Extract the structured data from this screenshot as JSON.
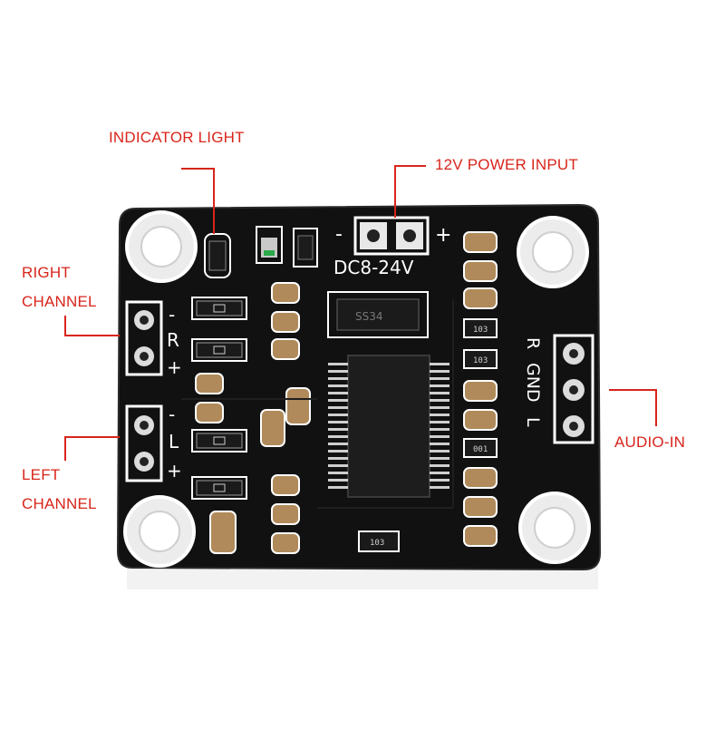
{
  "callouts": {
    "indicator_light": "INDICATOR LIGHT",
    "power_input": "12V POWER INPUT",
    "right_channel_line1": "RIGHT",
    "right_channel_line2": "CHANNEL",
    "left_channel_line1": "LEFT",
    "left_channel_line2": "CHANNEL",
    "audio_in": "AUDIO-IN"
  },
  "silkscreen": {
    "voltage": "DC8-24V",
    "power_minus": "-",
    "power_plus": "+",
    "r_minus": "-",
    "r_letter": "R",
    "r_plus": "+",
    "l_minus": "-",
    "l_letter": "L",
    "l_plus": "+",
    "audio_r": "R",
    "audio_gnd": "GND",
    "audio_l": "L",
    "res_code_1": "103",
    "res_code_2": "103",
    "res_code_3": "001",
    "res_code_4": "103",
    "chip_code": "SS34"
  },
  "colors": {
    "callout_red": "#d8251b",
    "pcb_black": "#111111",
    "silkscreen_white": "#ffffff",
    "capacitor_tan": "#b08a5a",
    "led_green": "#2aa84a"
  }
}
